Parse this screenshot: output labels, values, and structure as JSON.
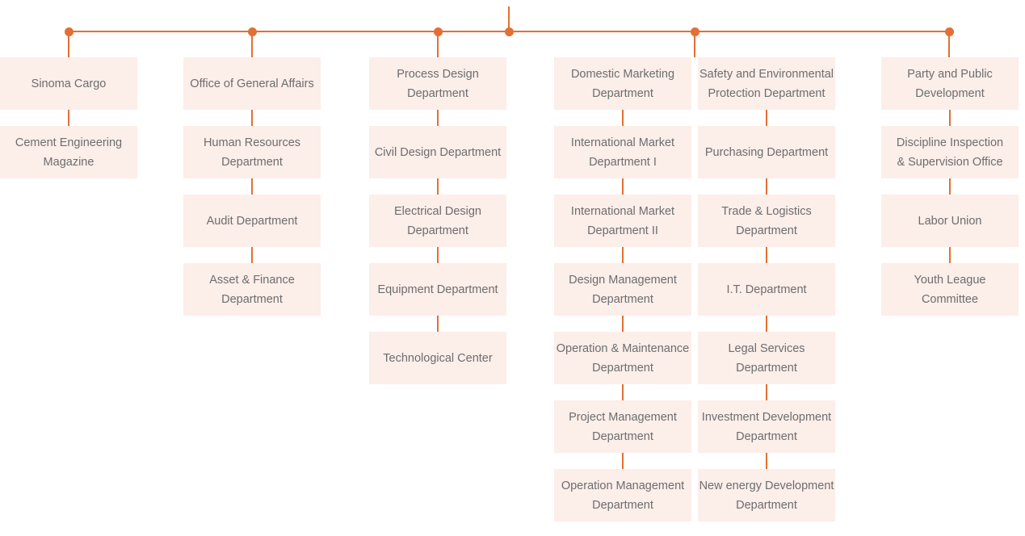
{
  "theme": {
    "accent_color": "#e36f34",
    "node_bg_color": "#fceee9",
    "node_text_color": "#6d6d6f"
  },
  "org_chart": {
    "columns": [
      {
        "items": [
          "Sinoma Cargo",
          "Cement Engineering\nMagazine"
        ]
      },
      {
        "items": [
          "Office of General Affairs",
          "Human Resources\nDepartment",
          "Audit Department",
          "Asset & Finance\nDepartment"
        ]
      },
      {
        "items": [
          "Process Design\nDepartment",
          "Civil Design Department",
          "Electrical Design\nDepartment",
          "Equipment Department",
          "Technological Center"
        ]
      },
      {
        "items": [
          "Domestic Marketing\nDepartment",
          "International Market\nDepartment I",
          "International Market\nDepartment II",
          "Design Management\nDepartment",
          "Operation & Maintenance\nDepartment",
          "Project Management\nDepartment",
          "Operation Management\nDepartment"
        ]
      },
      {
        "items": [
          "Safety and Environmental\nProtection Department",
          "Purchasing Department",
          "Trade & Logistics\nDepartment",
          "I.T. Department",
          "Legal Services\nDepartment",
          "Investment Development\nDepartment",
          "New energy Development\nDepartment"
        ]
      },
      {
        "items": [
          "Party and Public\nDevelopment",
          "Discipline Inspection\n& Supervision Office",
          "Labor Union",
          "Youth League\nCommittee"
        ]
      }
    ]
  }
}
